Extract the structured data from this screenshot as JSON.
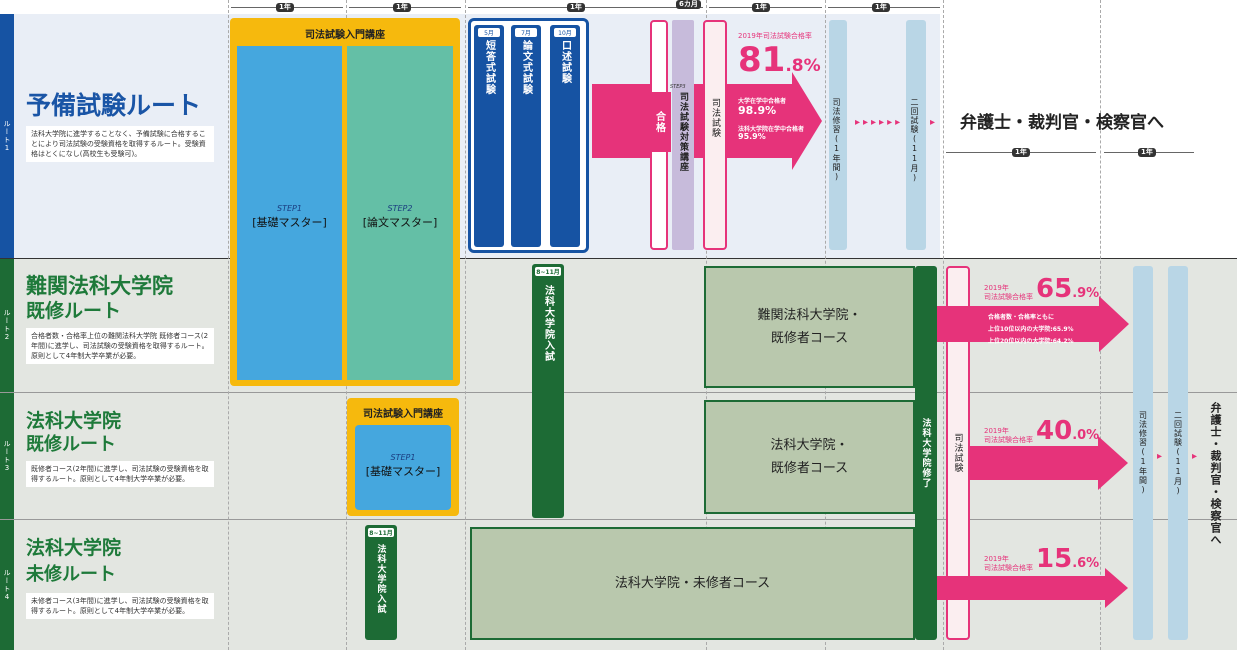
{
  "durations": {
    "one_year": "1年",
    "six_months": "6カ月"
  },
  "route1": {
    "band": "ルート1",
    "title": "予備試験ルート",
    "desc": "法科大学院に進学することなく、予備試験に合格することにより司法試験の受験資格を取得するルート。受験資格はとくになし(高校生も受験可)。",
    "intro_course": "司法試験入門講座",
    "step1_label": "STEP1",
    "step1_name": "[基礎マスター]",
    "step2_label": "STEP2",
    "step2_name": "[論文マスター]",
    "exams": [
      {
        "month": "5月",
        "name": "短答式試験"
      },
      {
        "month": "7月",
        "name": "論文式試験"
      },
      {
        "month": "10月",
        "name": "口述試験"
      }
    ],
    "pass": "合格",
    "step3_label": "STEP3",
    "step3_name": "司法試験対策講座",
    "bar_exam": "司法試験",
    "rate_caption": "2019年司法試験合格率",
    "rate_big": "81",
    "rate_small": ".8%",
    "sub1_label": "大学在学中合格者",
    "sub1_value": "98.9%",
    "sub2_label": "法科大学院在学中合格者",
    "sub2_value": "95.9%",
    "training": "司法修習(1年間)",
    "second_exam": "二回試験(11月)",
    "goal": "弁護士・裁判官・検察官へ"
  },
  "route2": {
    "band": "ルート2",
    "title_line1": "難関法科大学院",
    "title_line2": "既修ルート",
    "desc": "合格者数・合格率上位の難関法科大学院 既修者コース(2年間)に進学し、司法試験の受験資格を取得するルート。原則として4年制大学卒業が必要。",
    "entrance_month": "8~11月",
    "entrance": "法科大学院入試",
    "course_line1": "難関法科大学院・",
    "course_line2": "既修者コース",
    "rate_year": "2019年",
    "rate_caption": "司法試験合格率",
    "rate_big": "65",
    "rate_small": ".9%",
    "note1": "合格者数・合格率ともに",
    "note2": "上位10位以内の大学院:65.9%",
    "note3": "上位20位以内の大学院:64.2%"
  },
  "route3": {
    "band": "ルート3",
    "title_line1": "法科大学院",
    "title_line2": "既修ルート",
    "desc": "既修者コース(2年間)に進学し、司法試験の受験資格を取得するルート。原則として4年制大学卒業が必要。",
    "intro_course": "司法試験入門講座",
    "step1_label": "STEP1",
    "step1_name": "[基礎マスター]",
    "course_line1": "法科大学院・",
    "course_line2": "既修者コース",
    "rate_year": "2019年",
    "rate_caption": "司法試験合格率",
    "rate_big": "40",
    "rate_small": ".0%"
  },
  "route4": {
    "band": "ルート4",
    "title_line1": "法科大学院",
    "title_line2": "未修ルート",
    "desc": "未修者コース(3年間)に進学し、司法試験の受験資格を取得するルート。原則として4年制大学卒業が必要。",
    "entrance_month": "8~11月",
    "entrance": "法科大学院入試",
    "course": "法科大学院・未修者コース",
    "rate_year": "2019年",
    "rate_caption": "司法試験合格率",
    "rate_big": "15",
    "rate_small": ".6%"
  },
  "shared": {
    "graduation": "法科大学院修了",
    "bar_exam": "司法試験",
    "training": "司法修習(1年間)",
    "second_exam": "二回試験(11月)",
    "goal": "弁護士・裁判官・検察官へ"
  },
  "colors": {
    "navy": "#1653a3",
    "orange": "#f6b90d",
    "sky": "#45a7de",
    "teal": "#64bfa6",
    "green": "#1d6b35",
    "pink": "#e6337a",
    "pale_blue": "#b9d6e6",
    "lavender": "#c7bbdb"
  }
}
